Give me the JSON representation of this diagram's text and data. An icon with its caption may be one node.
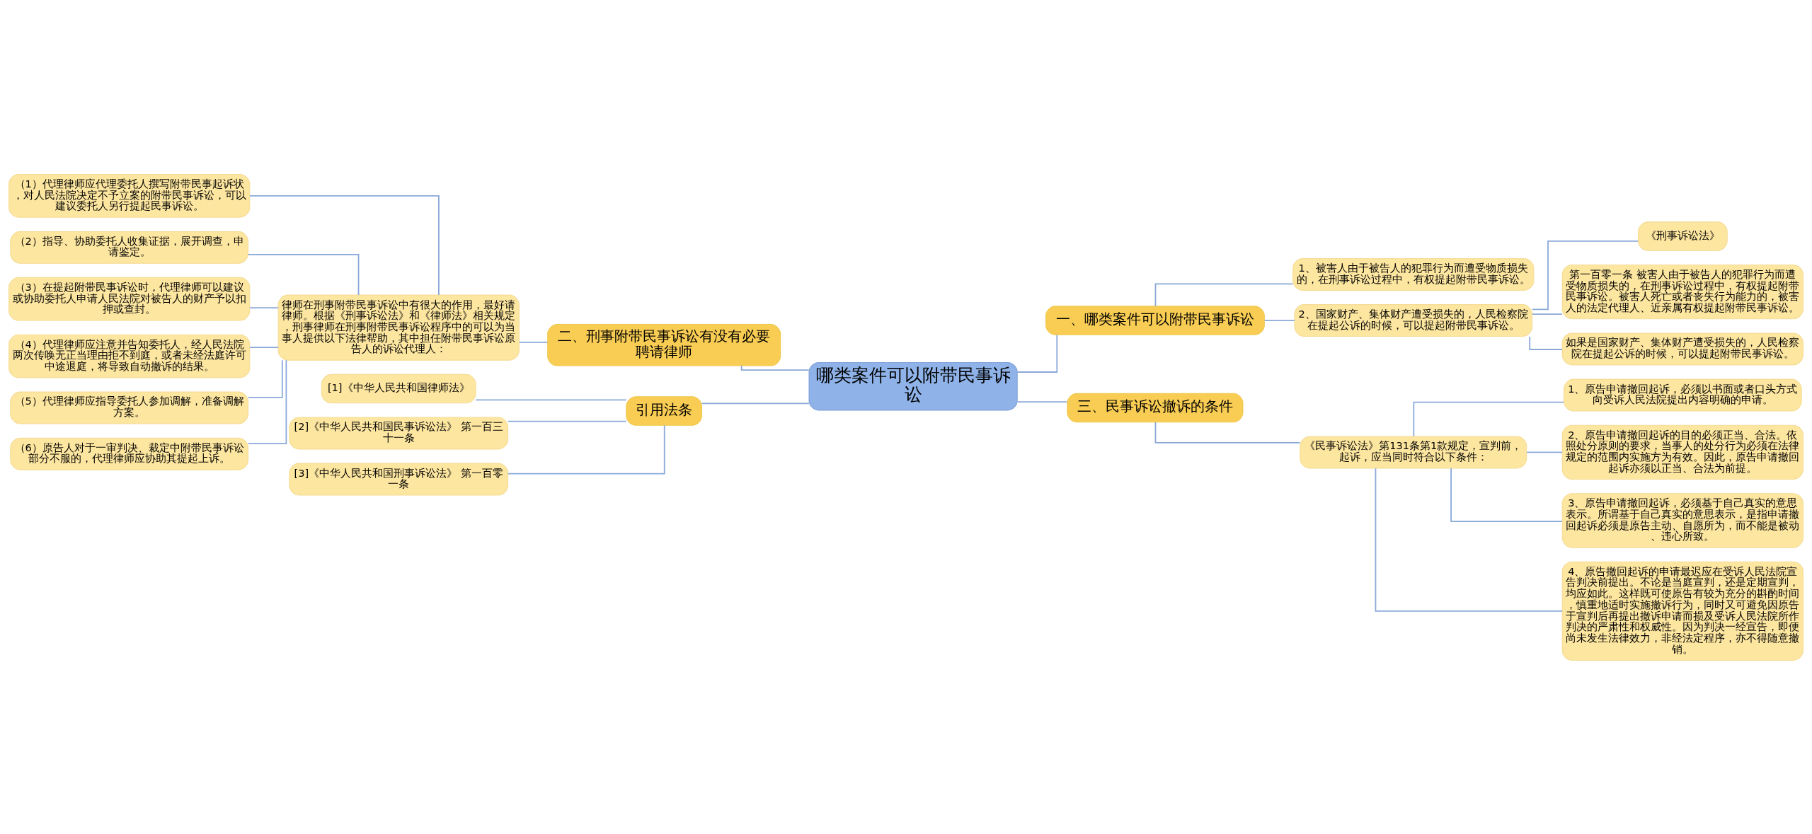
{
  "diagram": {
    "nodes": [
      {
        "text": [
          "哪类案件可以附带民事诉讼"
        ]
      },
      {
        "text": [
          "二、刑事附带民事诉讼有没有必要聘请律师"
        ]
      },
      {
        "text": [
          "律师在刑事附带民事诉讼中有很大的作用，最好请律师。根据《刑事诉讼法》和《律师法》相关规定，刑事律师在刑事附带民事诉讼程序中的可以为当事人提供以下法律帮助，其中担任附带民事诉讼原告人的诉讼代理人："
        ]
      },
      {
        "text": [
          "（1）代理律师应代理委托人撰写附带民事起诉状，对人民法院决定不予立案的附带民事诉讼，可以建议委托人另行提起民事诉讼。"
        ]
      },
      {
        "text": [
          "（2）指导、协助委托人收集证据，展开调查，申请鉴定。"
        ]
      },
      {
        "text": [
          "（3）在提起附带民事诉讼时，代理律师可以建议或协助委托人申请人民法院对被告人的财产予以扣押或查封。"
        ]
      },
      {
        "text": [
          "（4）代理律师应注意并告知委托人，经人民法院两次传唤无正当理由拒不到庭，或者未经法庭许可中途退庭，将导致自动撤诉的结果。"
        ]
      },
      {
        "text": [
          "（5）代理律师应指导委托人参加调解，准备调解方案。"
        ]
      },
      {
        "text": [
          "（6）原告人对于一审判决、裁定中附带民事诉讼部分不服的，代理律师应协助其提起上诉。"
        ]
      },
      {
        "text": [
          "引用法条"
        ]
      },
      {
        "text": [
          "[1]《中华人民共和国律师法》"
        ]
      },
      {
        "text": [
          "[2]《中华人民共和国民事诉讼法》 第一百三十一条"
        ]
      },
      {
        "text": [
          "[3]《中华人民共和国刑事诉讼法》 第一百零一条"
        ]
      },
      {
        "text": [
          "一、哪类案件可以附带民事诉讼"
        ]
      },
      {
        "text": [
          "1、被害人由于被告人的犯罪行为而遭受物质损失的，在刑事诉讼过程中，有权提起附带民事诉讼。"
        ]
      },
      {
        "text": [
          "2、国家财产、集体财产遭受损失的，人民检察院在提起公诉的时候，可以提起附带民事诉讼。"
        ]
      },
      {
        "text": [
          "《刑事诉讼法》"
        ]
      },
      {
        "text": [
          "第一百零一条 被害人由于被告人的犯罪行为而遭受物质损失的，在刑事诉讼过程中，有权提起附带民事诉讼。被害人死亡或者丧失行为能力的，被害人的法定代理人、近亲属有权提起附带民事诉讼。"
        ]
      },
      {
        "text": [
          "如果是国家财产、集体财产遭受损失的，人民检察院在提起公诉的时候，可以提起附带民事诉讼。"
        ]
      },
      {
        "text": [
          "三、民事诉讼撤诉的条件"
        ]
      },
      {
        "text": [
          "《民事诉讼法》第131条第1款规定，宣判前，起诉，应当同时符合以下条件："
        ]
      },
      {
        "text": [
          "1、原告申请撤回起诉，必须以书面或者口头方式向受诉人民法院提出内容明确的申请。"
        ]
      },
      {
        "text": [
          "2、原告申请撤回起诉的目的必须正当、合法。依照处分原则的要求，当事人的处分行为必须在法律规定的范围内实施方为有效。因此，原告申请撤回起诉亦须以正当、合法为前提。"
        ]
      },
      {
        "text": [
          "3、原告申请撤回起诉，必须基于自己真实的意思表示。所谓基于自己真实的意思表示，是指申请撤回起诉必须是原告主动、自愿所为，而不能是被动、违心所致。"
        ]
      },
      {
        "text": [
          "4、原告撤回起诉的申请最迟应在受诉人民法院宣告判决前提出。不论是当庭宣判，还是定期宣判，均应如此。这样既可使原告有较为充分的斟酌时间，慎重地适时实施撤诉行为，同时又可避免因原告于宣判后再提出撤诉申请而损及受诉人民法院所作判决的严肃性和权威性。因为判决一经宣告，即便尚未发生法律效力，非经法定程序，亦不得随意撤销。"
        ]
      }
    ],
    "edges": [
      {
        "from": 0,
        "to": 1,
        "arrow": "none"
      },
      {
        "from": 1,
        "to": 2,
        "arrow": "none"
      },
      {
        "from": 2,
        "to": 3,
        "arrow": "none"
      },
      {
        "from": 2,
        "to": 4,
        "arrow": "none"
      },
      {
        "from": 2,
        "to": 5,
        "arrow": "none"
      },
      {
        "from": 2,
        "to": 6,
        "arrow": "none"
      },
      {
        "from": 2,
        "to": 7,
        "arrow": "none"
      },
      {
        "from": 2,
        "to": 8,
        "arrow": "none"
      },
      {
        "from": 0,
        "to": 9,
        "arrow": "none"
      },
      {
        "from": 9,
        "to": 10,
        "arrow": "none"
      },
      {
        "from": 9,
        "to": 11,
        "arrow": "none"
      },
      {
        "from": 9,
        "to": 12,
        "arrow": "none"
      },
      {
        "from": 0,
        "to": 13,
        "arrow": "none"
      },
      {
        "from": 13,
        "to": 14,
        "arrow": "none"
      },
      {
        "from": 13,
        "to": 15,
        "arrow": "none"
      },
      {
        "from": 15,
        "to": 16,
        "arrow": "none"
      },
      {
        "from": 15,
        "to": 17,
        "arrow": "none"
      },
      {
        "from": 15,
        "to": 18,
        "arrow": "none"
      },
      {
        "from": 0,
        "to": 19,
        "arrow": "none"
      },
      {
        "from": 19,
        "to": 20,
        "arrow": "none"
      },
      {
        "from": 20,
        "to": 21,
        "arrow": "none"
      },
      {
        "from": 20,
        "to": 22,
        "arrow": "none"
      },
      {
        "from": 20,
        "to": 23,
        "arrow": "none"
      },
      {
        "from": 20,
        "to": 24,
        "arrow": "none"
      }
    ]
  }
}
